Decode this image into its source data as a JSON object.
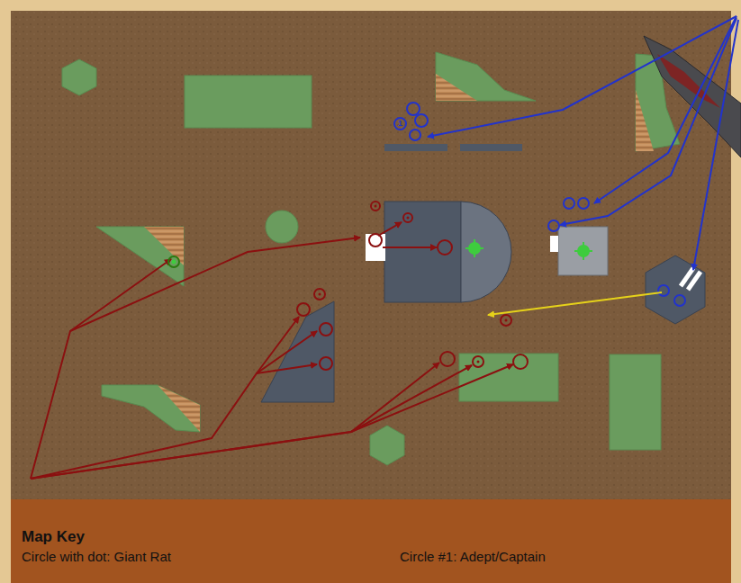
{
  "diagram": {
    "nodes": [
      {
        "text": [
          "1"
        ]
      }
    ],
    "labels": [
      "Map Key",
      "Circle with dot: Giant Rat",
      "Circle #1: Adept/Captain"
    ]
  }
}
